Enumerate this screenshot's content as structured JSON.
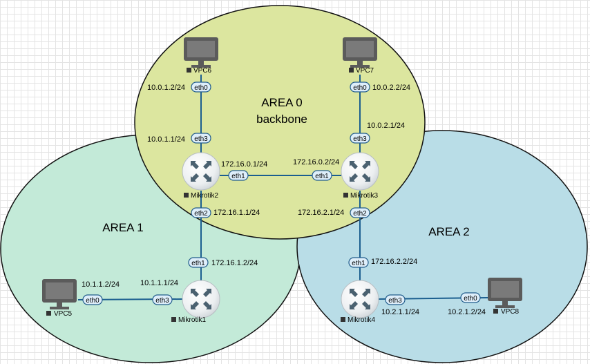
{
  "areas": {
    "area0": {
      "title": "AREA 0",
      "subtitle": "backbone",
      "fill": "#dce69f"
    },
    "area1": {
      "title": "AREA 1",
      "fill": "#c3ead8"
    },
    "area2": {
      "title": "AREA 2",
      "fill": "#b9dde7"
    }
  },
  "colors": {
    "link": "#1b5e8f",
    "outline": "#111111",
    "port_fill": "#deeefa",
    "port_stroke": "#225d8c"
  },
  "devices": {
    "vpc6": {
      "name": "VPC6",
      "icon": "computer-icon"
    },
    "vpc7": {
      "name": "VPC7",
      "icon": "computer-icon"
    },
    "vpc5": {
      "name": "VPC5",
      "icon": "computer-icon"
    },
    "vpc8": {
      "name": "VPC8",
      "icon": "computer-icon"
    },
    "mikrotik1": {
      "name": "Mikrotik1",
      "icon": "router-icon"
    },
    "mikrotik2": {
      "name": "Mikrotik2",
      "icon": "router-icon"
    },
    "mikrotik3": {
      "name": "Mikrotik3",
      "icon": "router-icon"
    },
    "mikrotik4": {
      "name": "Mikrotik4",
      "icon": "router-icon"
    }
  },
  "ports": {
    "vpc6_eth0": "eth0",
    "mk2_eth3": "eth3",
    "mk2_eth1": "eth1",
    "mk2_eth2": "eth2",
    "vpc7_eth0": "eth0",
    "mk3_eth3": "eth3",
    "mk3_eth1": "eth1",
    "mk3_eth2": "eth2",
    "mk1_eth1": "eth1",
    "mk1_eth3": "eth3",
    "vpc5_eth0": "eth0",
    "mk4_eth1": "eth1",
    "mk4_eth3": "eth3",
    "vpc8_eth0": "eth0"
  },
  "ips": {
    "vpc6": "10.0.1.2/24",
    "mk2_eth3": "10.0.1.1/24",
    "mk2_eth1": "172.16.0.1/24",
    "mk2_eth2": "172.16.1.1/24",
    "vpc7": "10.0.2.2/24",
    "mk3_eth3": "10.0.2.1/24",
    "mk3_eth1": "172.16.0.2/24",
    "mk3_eth2": "172.16.2.1/24",
    "mk1_eth1": "172.16.1.2/24",
    "mk1_eth3": "10.1.1.1/24",
    "vpc5": "10.1.1.2/24",
    "mk4_eth1": "172.16.2.2/24",
    "mk4_eth3": "10.2.1.1/24",
    "vpc8": "10.2.1.2/24"
  },
  "links": [
    {
      "from": "VPC6",
      "to": "Mikrotik2"
    },
    {
      "from": "VPC7",
      "to": "Mikrotik3"
    },
    {
      "from": "Mikrotik2",
      "to": "Mikrotik3"
    },
    {
      "from": "Mikrotik2",
      "to": "Mikrotik1"
    },
    {
      "from": "Mikrotik3",
      "to": "Mikrotik4"
    },
    {
      "from": "Mikrotik1",
      "to": "VPC5"
    },
    {
      "from": "Mikrotik4",
      "to": "VPC8"
    }
  ]
}
